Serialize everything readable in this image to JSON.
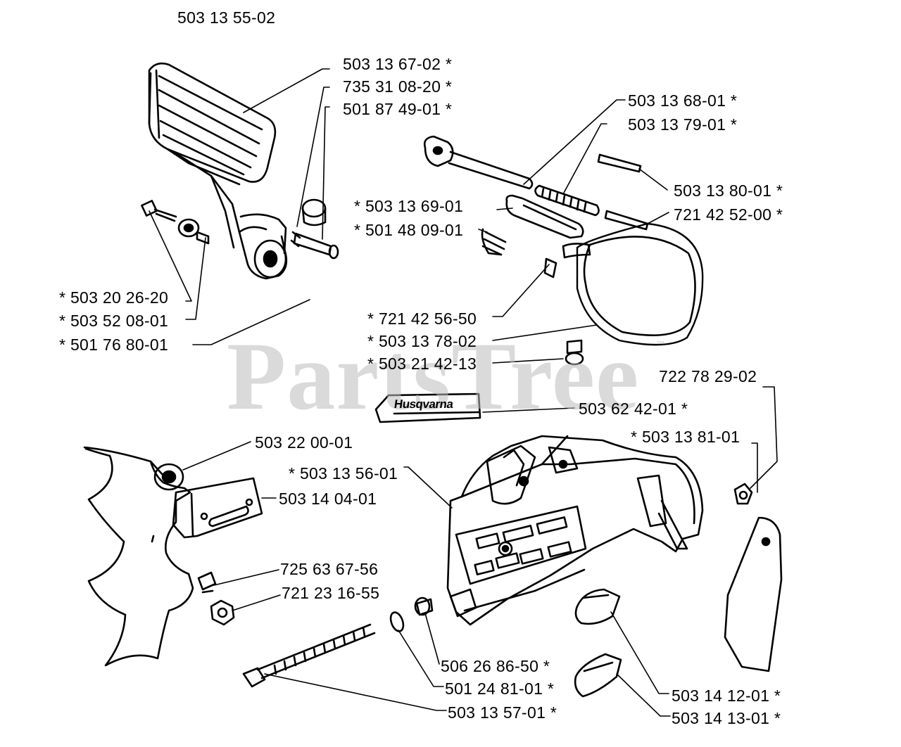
{
  "assembly_number": "503 13 55-02",
  "watermark": "PartsTree",
  "trademark": "™",
  "brand_decal_text": "Husqvarna",
  "parts": [
    {
      "id": "p1",
      "text": "503 13 67-02  *"
    },
    {
      "id": "p2",
      "text": "735 31 08-20  *"
    },
    {
      "id": "p3",
      "text": "501 87 49-01  *"
    },
    {
      "id": "p4",
      "text": "503 13 68-01  *"
    },
    {
      "id": "p5",
      "text": "503 13 79-01  *"
    },
    {
      "id": "p6",
      "text": "503 13 80-01  *"
    },
    {
      "id": "p7",
      "text": "721 42 52-00  *"
    },
    {
      "id": "p8",
      "text": "*  503 13 69-01"
    },
    {
      "id": "p9",
      "text": "*  501 48 09-01"
    },
    {
      "id": "p10",
      "text": "*  503 20 26-20"
    },
    {
      "id": "p11",
      "text": "*  503 52 08-01"
    },
    {
      "id": "p12",
      "text": "*  501 76 80-01"
    },
    {
      "id": "p13",
      "text": "*  721 42 56-50"
    },
    {
      "id": "p14",
      "text": "*  503 13 78-02"
    },
    {
      "id": "p15",
      "text": "*  503 21 42-13"
    },
    {
      "id": "p16",
      "text": "722 78 29-02"
    },
    {
      "id": "p17",
      "text": "503 62 42-01  *"
    },
    {
      "id": "p18",
      "text": "*  503 13 81-01"
    },
    {
      "id": "p19",
      "text": "503 22 00-01"
    },
    {
      "id": "p20",
      "text": "*  503 13 56-01"
    },
    {
      "id": "p21",
      "text": "503 14 04-01"
    },
    {
      "id": "p22",
      "text": "725 63 67-56"
    },
    {
      "id": "p23",
      "text": "721 23 16-55"
    },
    {
      "id": "p24",
      "text": "506 26 86-50  *"
    },
    {
      "id": "p25",
      "text": "501 24 81-01  *"
    },
    {
      "id": "p26",
      "text": "503 13 57-01  *"
    },
    {
      "id": "p27",
      "text": "503 14 12-01  *"
    },
    {
      "id": "p28",
      "text": "503 14 13-01  *"
    }
  ]
}
